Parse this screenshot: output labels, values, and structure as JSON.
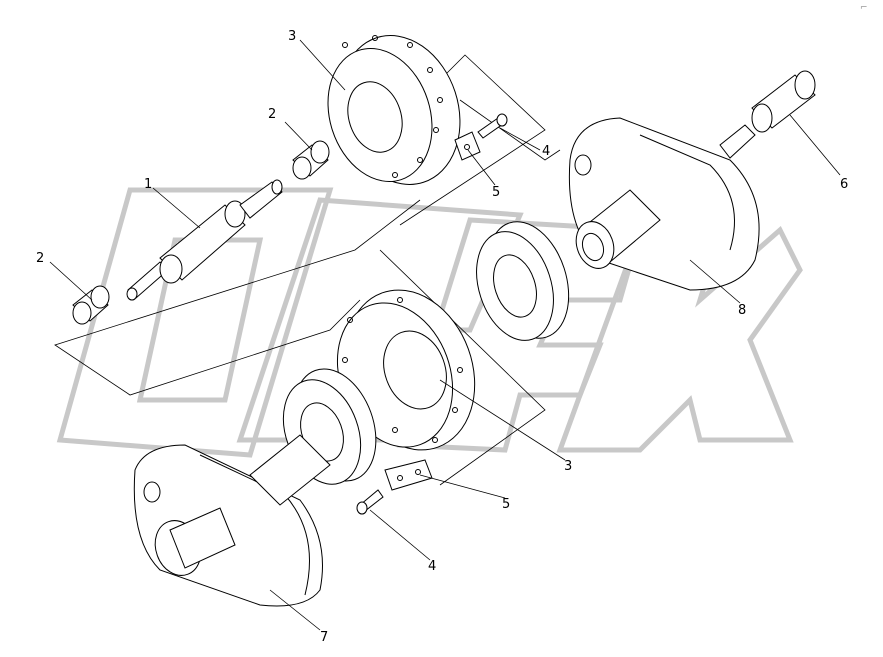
{
  "corner_mark": "⌐",
  "watermark": "ORFX",
  "callouts": {
    "c1": "1",
    "c2a": "2",
    "c2b": "2",
    "c3a": "3",
    "c3b": "3",
    "c4a": "4",
    "c4b": "4",
    "c5a": "5",
    "c5b": "5",
    "c6": "6",
    "c7": "7",
    "c8": "8"
  }
}
